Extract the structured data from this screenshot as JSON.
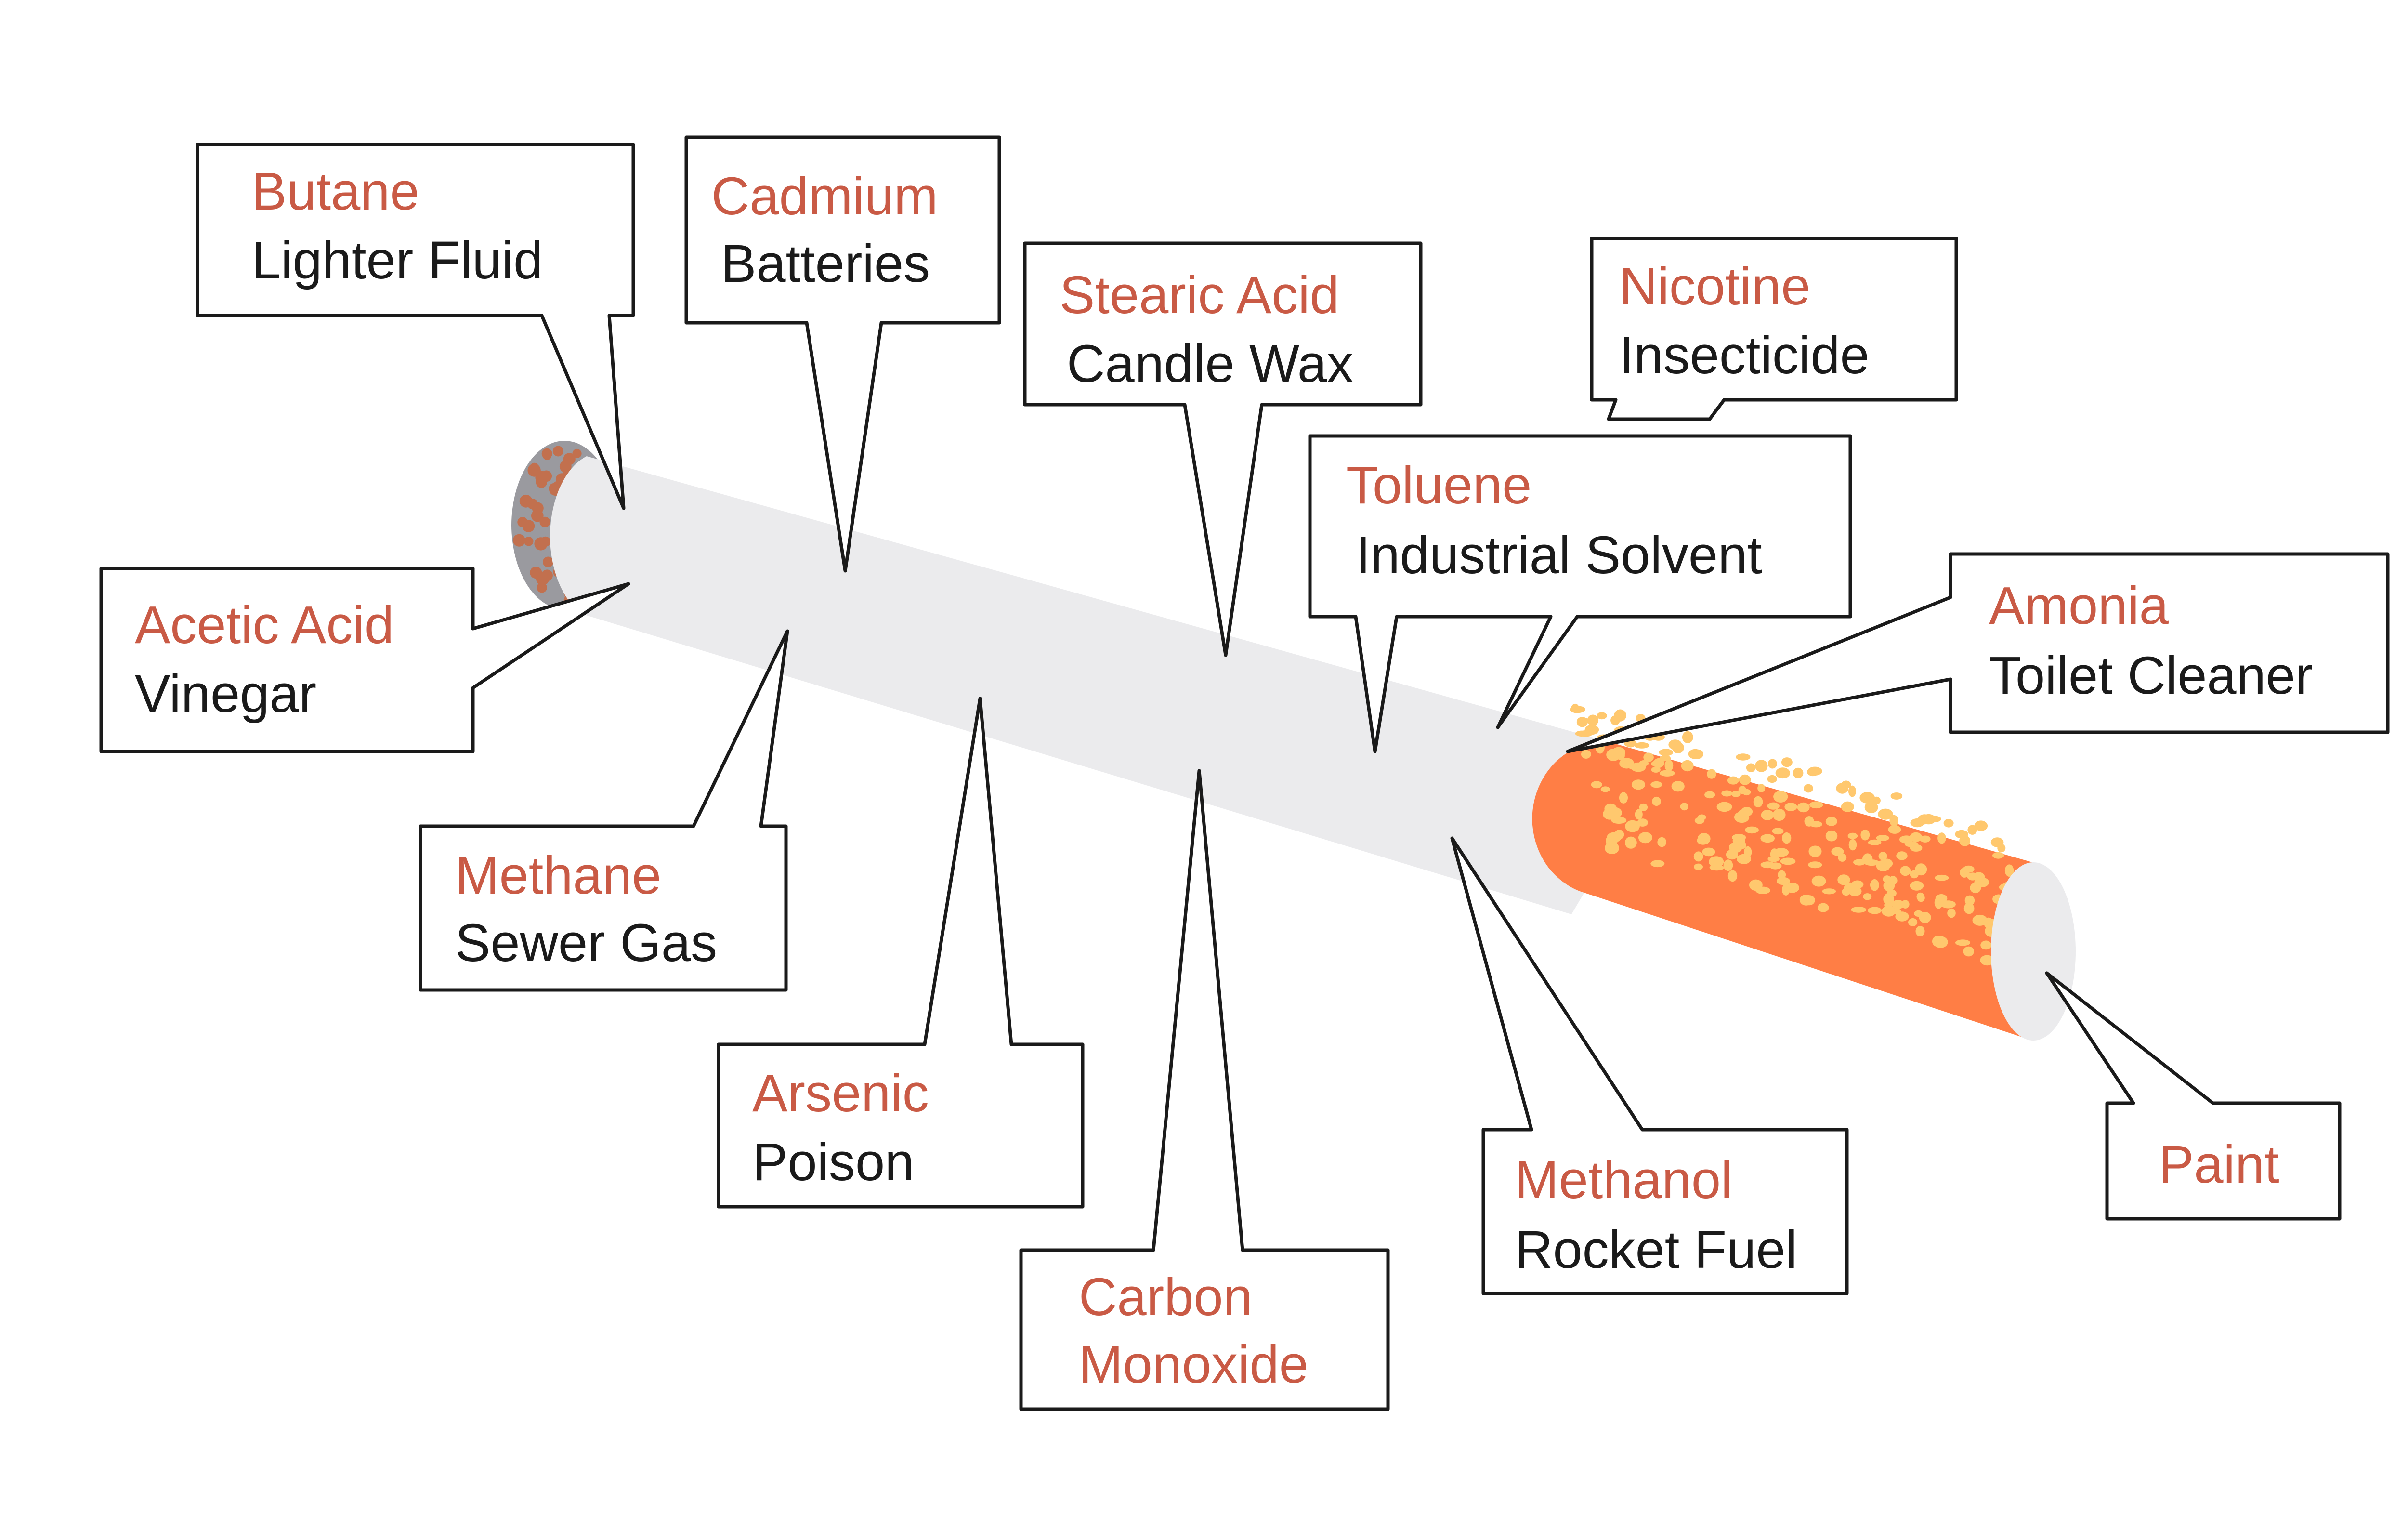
{
  "colors": {
    "chemical_text": "#c95a45",
    "use_text": "#1a1a1a",
    "cigarette_body": "#ebebed",
    "filter": "#ff7e45",
    "filter_speckle": "#ffc86e",
    "ash": "#9a9a9f",
    "ash_dots": "#c2704e",
    "callout_border": "#1a1a1a"
  },
  "callouts": {
    "butane": {
      "chemical": "Butane",
      "use": "Lighter Fluid"
    },
    "cadmium": {
      "chemical": "Cadmium",
      "use": "Batteries"
    },
    "stearic": {
      "chemical": "Stearic Acid",
      "use": "Candle Wax"
    },
    "nicotine": {
      "chemical": "Nicotine",
      "use": "Insecticide"
    },
    "acetic": {
      "chemical": "Acetic Acid",
      "use": "Vinegar"
    },
    "toluene": {
      "chemical": "Toluene",
      "use": "Industrial Solvent"
    },
    "amonia": {
      "chemical": "Amonia",
      "use": "Toilet Cleaner"
    },
    "methane": {
      "chemical": "Methane",
      "use": "Sewer Gas"
    },
    "arsenic": {
      "chemical": "Arsenic",
      "use": "Poison"
    },
    "carbon": {
      "chemical_line1": "Carbon",
      "chemical_line2": "Monoxide"
    },
    "methanol": {
      "chemical": "Methanol",
      "use": "Rocket Fuel"
    },
    "paint": {
      "chemical": "Paint"
    }
  }
}
